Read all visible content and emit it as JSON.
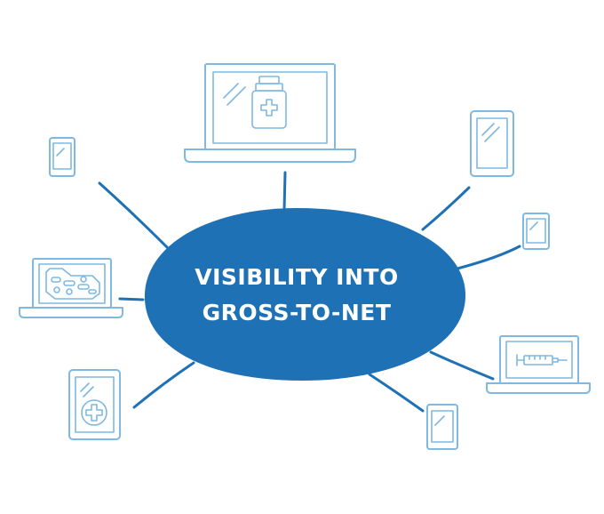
{
  "hub": {
    "line1": "VISIBILITY INTO",
    "line2": "GROSS-TO-NET"
  },
  "colors": {
    "hub_fill": "#1f71b5",
    "spoke": "#1f71b5",
    "device_outline": "#7fb8e2",
    "background": "#ffffff"
  },
  "devices": [
    {
      "id": "top-laptop",
      "kind": "laptop",
      "icon": "medicine-bottle-icon"
    },
    {
      "id": "left-laptop",
      "kind": "laptop",
      "icon": "pills-icon"
    },
    {
      "id": "right-laptop",
      "kind": "laptop",
      "icon": "syringe-icon"
    },
    {
      "id": "tablet-top-right",
      "kind": "tablet",
      "icon": "screen-glare-icon"
    },
    {
      "id": "tablet-bottom-left",
      "kind": "tablet",
      "icon": "medical-cross-icon"
    },
    {
      "id": "phone-top-left",
      "kind": "phone",
      "icon": "screen-glare-icon"
    },
    {
      "id": "phone-right",
      "kind": "phone",
      "icon": "screen-glare-icon"
    },
    {
      "id": "phone-bottom-right",
      "kind": "phone",
      "icon": "screen-glare-icon"
    }
  ]
}
